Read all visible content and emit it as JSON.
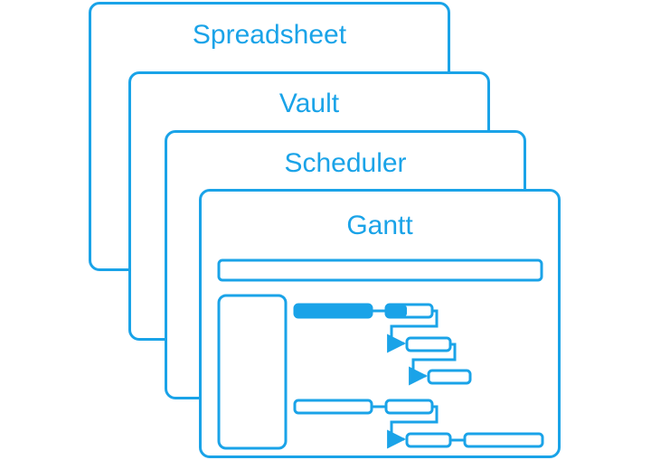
{
  "diagram": {
    "accent_color": "#1aa3e8",
    "cards": [
      {
        "id": "spreadsheet",
        "title": "Spreadsheet"
      },
      {
        "id": "vault",
        "title": "Vault"
      },
      {
        "id": "scheduler",
        "title": "Scheduler"
      },
      {
        "id": "gantt",
        "title": "Gantt"
      }
    ]
  }
}
